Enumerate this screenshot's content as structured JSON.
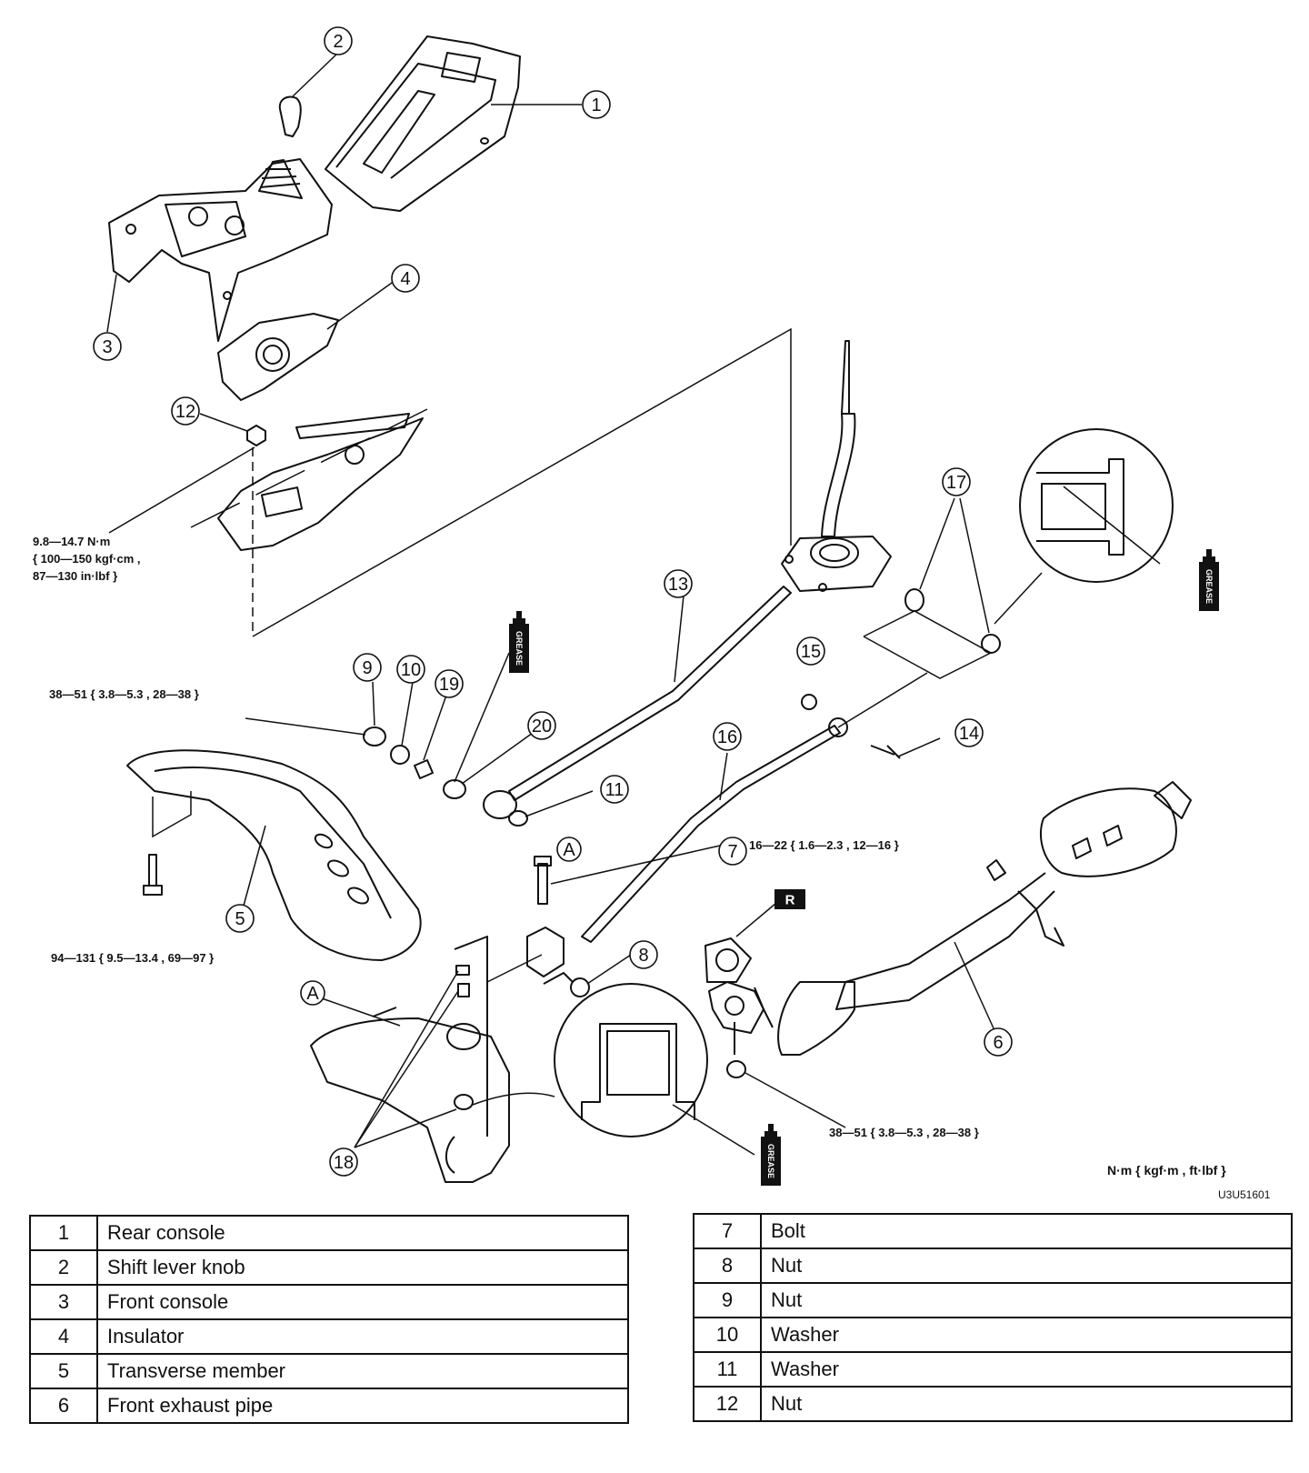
{
  "parts_left": [
    {
      "num": "1",
      "name": "Rear console"
    },
    {
      "num": "2",
      "name": "Shift lever knob"
    },
    {
      "num": "3",
      "name": "Front console"
    },
    {
      "num": "4",
      "name": "Insulator"
    },
    {
      "num": "5",
      "name": "Transverse member"
    },
    {
      "num": "6",
      "name": "Front exhaust pipe"
    }
  ],
  "parts_right": [
    {
      "num": "7",
      "name": "Bolt"
    },
    {
      "num": "8",
      "name": "Nut"
    },
    {
      "num": "9",
      "name": "Nut"
    },
    {
      "num": "10",
      "name": "Washer"
    },
    {
      "num": "11",
      "name": "Washer"
    },
    {
      "num": "12",
      "name": "Nut"
    }
  ],
  "callouts": [
    "1",
    "2",
    "3",
    "4",
    "5",
    "6",
    "7",
    "8",
    "9",
    "10",
    "11",
    "12",
    "13",
    "14",
    "15",
    "16",
    "17",
    "18",
    "19",
    "20",
    "A",
    "A"
  ],
  "torque": {
    "t12_line1": "9.8—14.7 N·m",
    "t12_line2": "{ 100—150 kgf·cm ,",
    "t12_line3": "87—130 in·lbf }",
    "t9": "38—51 { 3.8—5.3 , 28—38 }",
    "t7": "16—22 { 1.6—2.3 , 12—16 }",
    "t5": "94—131 { 9.5—13.4 , 69—97 }",
    "t6": "38—51 { 3.8—5.3 , 28—38 }"
  },
  "replace_badge": "R",
  "grease_label": "GREASE",
  "units": "N·m { kgf·m , ft·lbf }",
  "figure_code": "U3U51601"
}
